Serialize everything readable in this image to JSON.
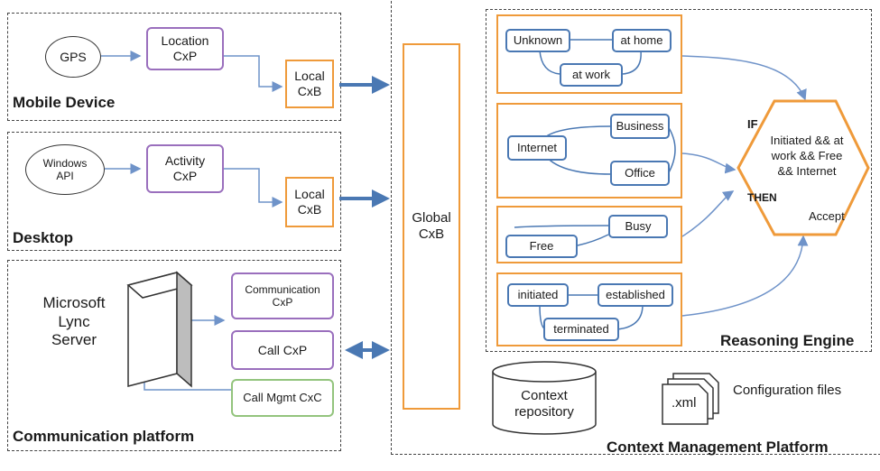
{
  "mobile": {
    "title": "Mobile Device",
    "gps": "GPS",
    "location_cxp": "Location\nCxP",
    "local_cxb": "Local\nCxB"
  },
  "desktop": {
    "title": "Desktop",
    "windows_api": "Windows\nAPI",
    "activity_cxp": "Activity\nCxP",
    "local_cxb": "Local\nCxB"
  },
  "comm": {
    "title": "Communication platform",
    "server": "Microsoft\nLync\nServer",
    "communication_cxp": "Communication\nCxP",
    "call_cxp": "Call CxP",
    "call_mgmt_cxc": "Call Mgmt CxC"
  },
  "global_cxb": "Global\nCxB",
  "reasoning": {
    "title": "Reasoning Engine",
    "location_states": {
      "unknown": "Unknown",
      "at_home": "at home",
      "at_work": "at work"
    },
    "network_states": {
      "internet": "Internet",
      "business": "Business",
      "office": "Office"
    },
    "availability_states": {
      "busy": "Busy",
      "free": "Free"
    },
    "call_states": {
      "initiated": "initiated",
      "established": "established",
      "terminated": "terminated"
    },
    "rule": {
      "if": "IF",
      "condition": "Initiated && at\nwork && Free\n&& Internet",
      "then": "THEN",
      "action": "Accept"
    }
  },
  "platform": {
    "title": "Context Management Platform",
    "repository": "Context\nrepository",
    "xml": ".xml",
    "config_files": "Configuration files"
  },
  "colors": {
    "purple": "#9a6fbd",
    "orange": "#ef9a3a",
    "green": "#93c47d",
    "blue": "#4a78b3",
    "arrow": "#6f93c9"
  }
}
